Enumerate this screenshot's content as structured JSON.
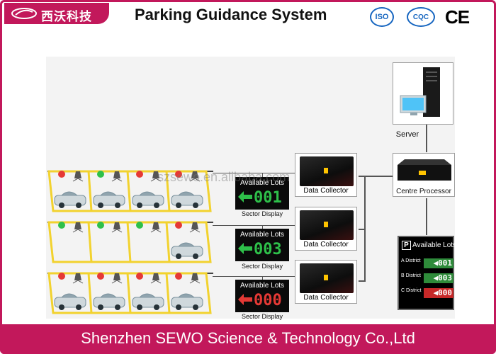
{
  "header": {
    "company_cn": "西沃科技",
    "title": "Parking Guidance System",
    "certs": [
      "ISO",
      "CQC",
      "CE"
    ]
  },
  "watermark": "szsewo.en.alibaba.com",
  "diagram": {
    "server_label": "Server",
    "centre_label": "Centre Processor",
    "collector_label": "Data Collector",
    "sector_label": "Sector Display",
    "sign_title": "Available Lots",
    "sectors": [
      {
        "value": "001",
        "color": "#2ec04a"
      },
      {
        "value": "003",
        "color": "#2ec04a"
      },
      {
        "value": "000",
        "color": "#e53935"
      }
    ],
    "main_sign": {
      "title": "Available Lots",
      "rows": [
        {
          "district": "A District",
          "value": "001",
          "color": "#2e8b3a"
        },
        {
          "district": "B District",
          "value": "003",
          "color": "#2e8b3a"
        },
        {
          "district": "C District",
          "value": "000",
          "color": "#c62828"
        }
      ]
    }
  },
  "footer": {
    "company_en": "Shenzhen SEWO Science & Technology Co.,Ltd"
  },
  "colors": {
    "brand": "#c2185b",
    "lane": "#f2d22e",
    "occupied_light": "#e53935",
    "free_light": "#2ec04a"
  }
}
